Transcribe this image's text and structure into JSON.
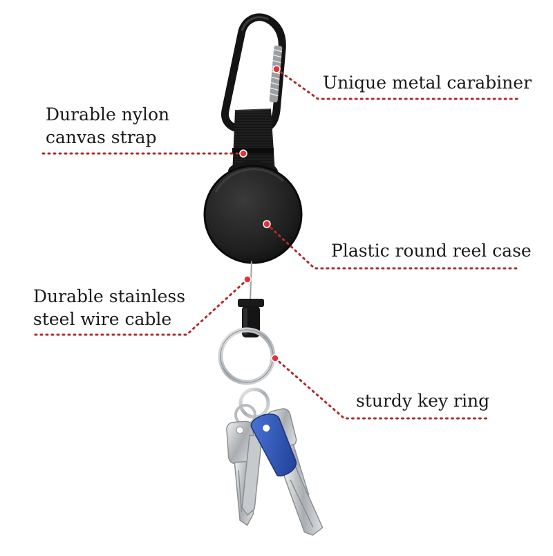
{
  "callouts": {
    "carabiner": "Unique metal carabiner",
    "strap": [
      "Durable nylon",
      "canvas strap"
    ],
    "reel": "Plastic round reel case",
    "wire": [
      "Durable stainless",
      "steel wire cable"
    ],
    "ring": "sturdy key ring"
  },
  "colors": {
    "callout_dot": "#e8303a",
    "leader_line": "#b02a2a",
    "product_black": "#1b1b1b",
    "key_cover_blue": "#2f55b8",
    "metal_silver": "#b8bcc0",
    "background": "#ffffff"
  },
  "icons": {
    "carabiner": "carabiner-icon",
    "reel": "reel-case-icon",
    "ring": "key-ring-icon",
    "keys": "key-icon"
  }
}
